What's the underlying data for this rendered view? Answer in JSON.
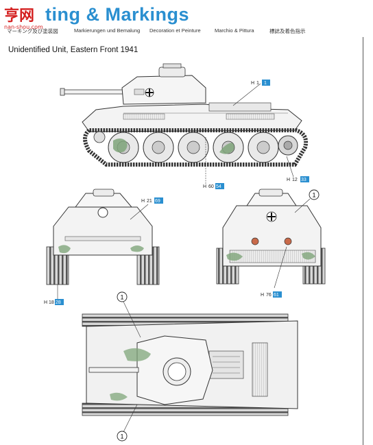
{
  "header": {
    "watermark_text": "亨网",
    "watermark_url": "nan-shou.com",
    "title": "ting & Markings",
    "languages": [
      "マーキング及び塗装図",
      "Markierungen und Bemalung",
      "Decoration et Peinture",
      "Marchio & Pittura",
      "標誌及着色指示"
    ]
  },
  "scheme_title": "Unidentified Unit, Eastern Front 1941",
  "callouts": {
    "side_h1": {
      "code": "H",
      "num1": "1",
      "num2": "1"
    },
    "side_h12": {
      "code": "H",
      "num1": "12",
      "num2": "33"
    },
    "side_h60": {
      "code": "H",
      "num1": "60",
      "num2": "54"
    },
    "front_h21": {
      "code": "H",
      "num1": "21",
      "num2": "69"
    },
    "front_h18": {
      "code": "H",
      "num1": "18",
      "num2": "28"
    },
    "rear_h76": {
      "code": "H",
      "num1": "76",
      "num2": "61"
    }
  },
  "circle_markers": [
    "1",
    "1",
    "1"
  ],
  "colors": {
    "title_blue": "#2a8fd0",
    "callout_box": "#2a8fd0",
    "camouflage_green": "#7fa57a"
  }
}
